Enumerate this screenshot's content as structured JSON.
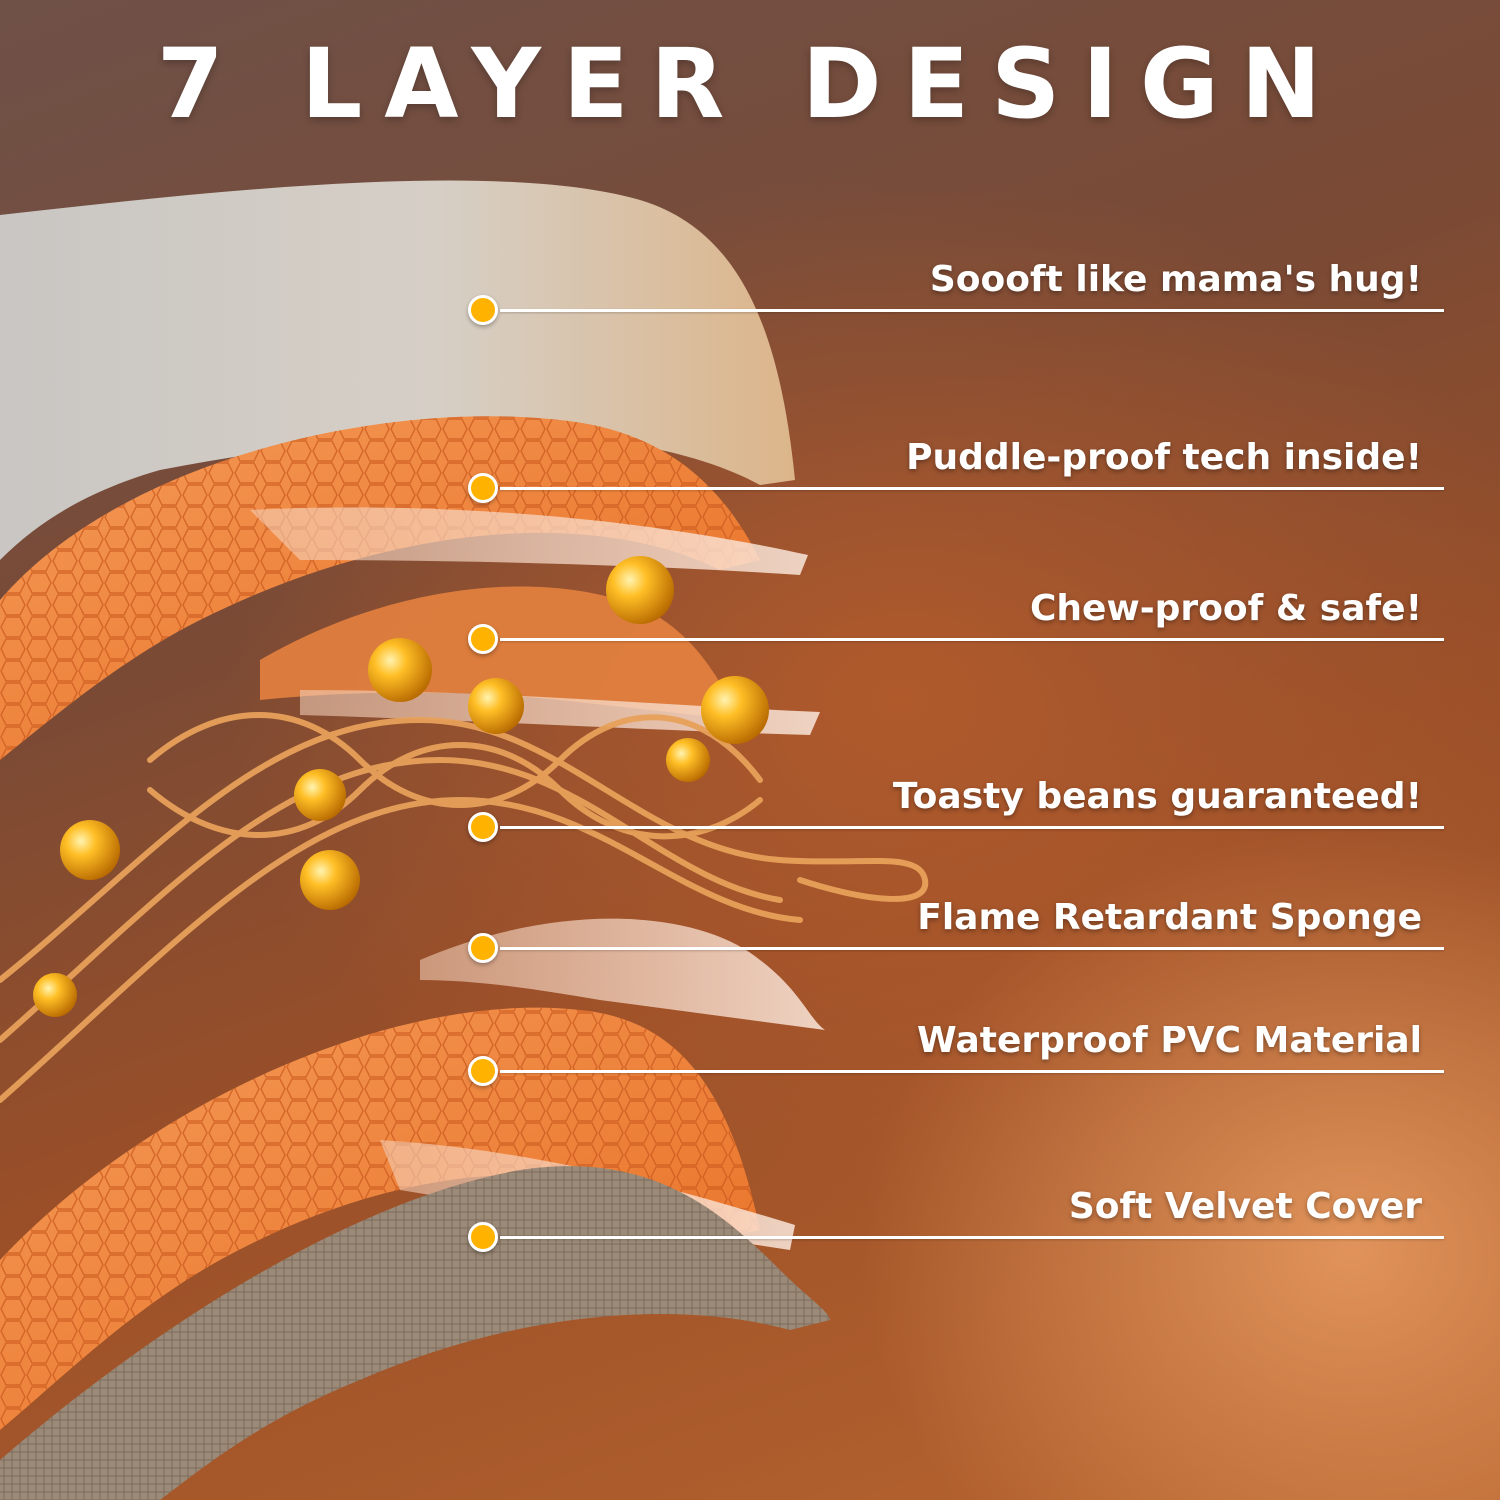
{
  "title": "7 LAYER DESIGN",
  "colors": {
    "accent_dot": "#ffb300",
    "label_text": "#ffffff",
    "orange_layer": "#f0833a",
    "velvet_top": "#d7d2cc",
    "velvet_bottom": "#a49585",
    "wire": "#e8a15a"
  },
  "layers": [
    {
      "label": "Soooft like mama's hug!"
    },
    {
      "label": "Puddle-proof tech inside!"
    },
    {
      "label": "Chew-proof & safe!"
    },
    {
      "label": "Toasty beans guaranteed!"
    },
    {
      "label": "Flame Retardant Sponge"
    },
    {
      "label": "Waterproof PVC Material"
    },
    {
      "label": "Soft Velvet Cover"
    }
  ]
}
